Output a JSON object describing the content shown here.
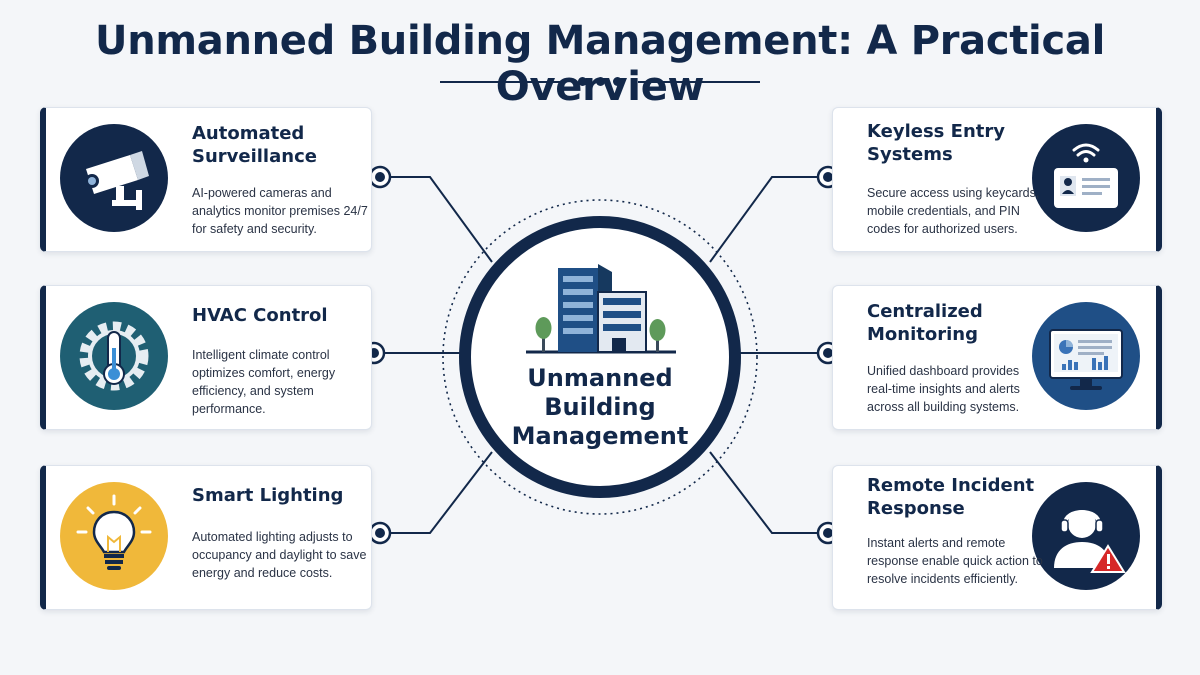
{
  "title": "Unmanned Building Management: A Practical Overview",
  "hub": {
    "label": "Unmanned Building Management"
  },
  "colors": {
    "navy": "#12284a",
    "teal": "#1f5f73",
    "yellow": "#f0b83a",
    "blue": "#1f4f86",
    "alert": "#d62828"
  },
  "features": {
    "surveillance": {
      "title": "Automated Surveillance",
      "desc": "AI-powered cameras and analytics monitor premises 24/7 for safety and security.",
      "icon": "security-camera-icon"
    },
    "hvac": {
      "title": "HVAC Control",
      "desc": "Intelligent climate control optimizes comfort, energy efficiency, and system performance.",
      "icon": "gear-thermometer-icon"
    },
    "lighting": {
      "title": "Smart Lighting",
      "desc": "Automated lighting adjusts to occupancy and daylight to save energy and reduce costs.",
      "icon": "lightbulb-icon"
    },
    "keyless": {
      "title": "Keyless Entry Systems",
      "desc": "Secure access using keycards, mobile credentials, and PIN codes for authorized users.",
      "icon": "keycard-wireless-icon"
    },
    "monitoring": {
      "title": "Centralized Monitoring",
      "desc": "Unified dashboard provides real-time insights and alerts across all building systems.",
      "icon": "dashboard-monitor-icon"
    },
    "incident": {
      "title": "Remote Incident Response",
      "desc": "Instant alerts and remote response enable quick action to resolve incidents efficiently.",
      "icon": "headset-alert-icon"
    }
  }
}
